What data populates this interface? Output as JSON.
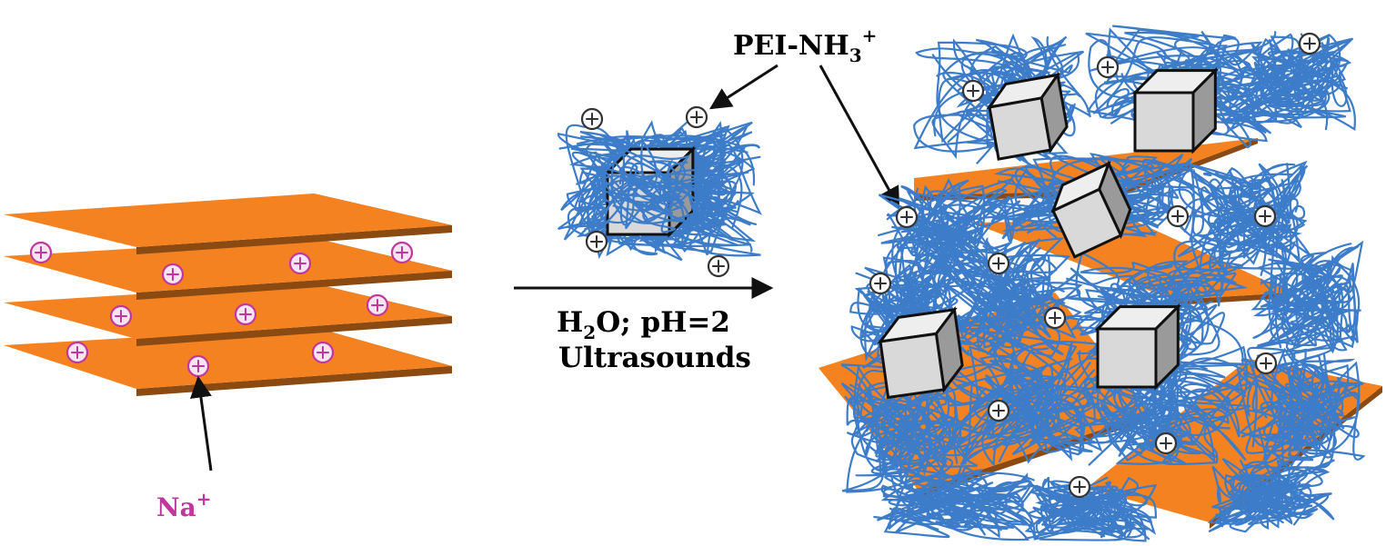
{
  "labels": {
    "sodium": {
      "base": "Na",
      "sup": "+"
    },
    "polymer": {
      "base": "PEI-NH",
      "sub": "3",
      "sup": "+"
    },
    "conditions": {
      "line1_a": "H",
      "line1_sub": "2",
      "line1_b": "O; pH=2",
      "line2": "Ultrasounds"
    }
  },
  "colors": {
    "clay_sheet": "#F58220",
    "clay_edge": "#8B4A12",
    "sodium_ion": "#C0379E",
    "polymer_chain": "#3D7CC9",
    "cube_face": "#D9D9D9",
    "charge_marker": "#333333"
  },
  "icons": {
    "positive_charge": "circled-plus-icon",
    "nanoparticle": "cube-icon",
    "polymer_coil": "tangled-chain-icon"
  }
}
